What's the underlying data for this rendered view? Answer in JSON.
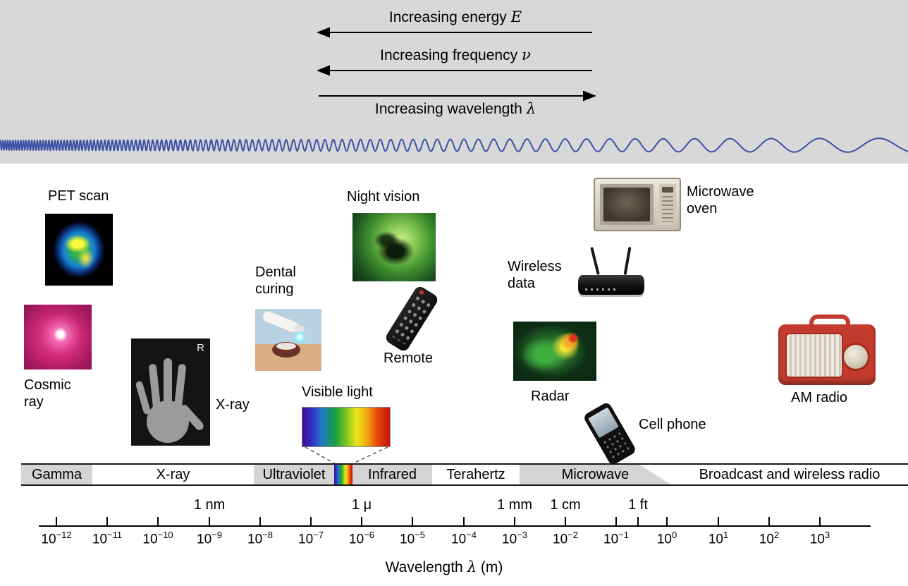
{
  "colors": {
    "top_band_bg": "#d8d8d8",
    "wave_blue": "#3d51a5",
    "band_shaded_bg": "#d4d4d4",
    "text": "#000000"
  },
  "top": {
    "arrows": [
      {
        "text": "Increasing energy",
        "symbol": "E",
        "direction": "left"
      },
      {
        "text": "Increasing frequency",
        "symbol": "ν",
        "direction": "left"
      },
      {
        "text": "Increasing wavelength",
        "symbol": "λ",
        "direction": "right"
      }
    ]
  },
  "examples": {
    "pet_scan": "PET scan",
    "cosmic_ray": "Cosmic ray",
    "x_ray": "X-ray",
    "xray_marker": "R",
    "dental_curing": "Dental curing",
    "night_vision": "Night vision",
    "remote": "Remote",
    "visible_light": "Visible light",
    "microwave_oven": "Microwave oven",
    "wireless_data": "Wireless data",
    "radar": "Radar",
    "cell_phone": "Cell phone",
    "am_radio": "AM radio"
  },
  "bands": [
    {
      "label": "Gamma",
      "shaded": true
    },
    {
      "label": "X-ray",
      "shaded": false
    },
    {
      "label": "Ultraviolet",
      "shaded": true
    },
    {
      "label": "Infrared",
      "shaded": true
    },
    {
      "label": "Terahertz",
      "shaded": false
    },
    {
      "label": "Microwave",
      "shaded": true
    },
    {
      "label": "Broadcast and wireless radio",
      "shaded": false
    }
  ],
  "axis": {
    "unit_marks": [
      {
        "label": "1 nm"
      },
      {
        "label": "1 μ"
      },
      {
        "label": "1 mm"
      },
      {
        "label": "1 cm"
      },
      {
        "label": "1 ft"
      }
    ],
    "ticks": [
      {
        "base": "10",
        "exp": "−12"
      },
      {
        "base": "10",
        "exp": "−11"
      },
      {
        "base": "10",
        "exp": "−10"
      },
      {
        "base": "10",
        "exp": "−9"
      },
      {
        "base": "10",
        "exp": "−8"
      },
      {
        "base": "10",
        "exp": "−7"
      },
      {
        "base": "10",
        "exp": "−6"
      },
      {
        "base": "10",
        "exp": "−5"
      },
      {
        "base": "10",
        "exp": "−4"
      },
      {
        "base": "10",
        "exp": "−3"
      },
      {
        "base": "10",
        "exp": "−2"
      },
      {
        "base": "10",
        "exp": "−1"
      },
      {
        "base": "10",
        "exp": "0"
      },
      {
        "base": "10",
        "exp": "1"
      },
      {
        "base": "10",
        "exp": "2"
      },
      {
        "base": "10",
        "exp": "3"
      }
    ],
    "title": {
      "text": "Wavelength",
      "symbol": "λ",
      "unit": "(m)"
    }
  }
}
